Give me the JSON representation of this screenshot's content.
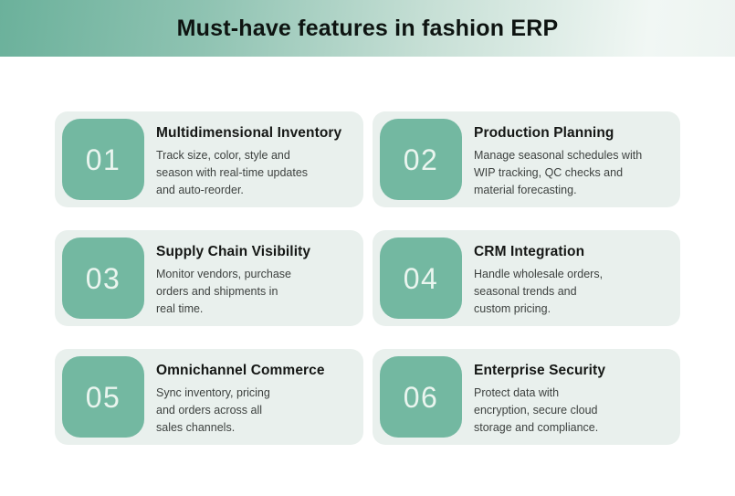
{
  "header": {
    "title": "Must-have features in fashion ERP"
  },
  "colors": {
    "header_grad_left": "#6bb19b",
    "header_grad_right": "#f1f7f4",
    "title_color": "#0e1411",
    "accent": "#73b8a1",
    "card_bg": "#e9f0ed",
    "number_color": "#eaf5ef",
    "card_title_color": "#151715",
    "card_text_color": "#3e4240"
  },
  "cards": [
    {
      "number": "01",
      "title": "Multidimensional Inventory",
      "description": "Track size, color, style and\nseason with real-time updates\nand auto-reorder."
    },
    {
      "number": "02",
      "title": "Production Planning",
      "description": "Manage seasonal schedules with\nWIP tracking, QC checks and\nmaterial forecasting."
    },
    {
      "number": "03",
      "title": "Supply Chain Visibility",
      "description": "Monitor vendors, purchase\norders and shipments in\nreal time."
    },
    {
      "number": "04",
      "title": "CRM Integration",
      "description": "Handle wholesale orders,\nseasonal trends and\ncustom pricing."
    },
    {
      "number": "05",
      "title": "Omnichannel Commerce",
      "description": "Sync inventory, pricing\nand orders across all\nsales channels."
    },
    {
      "number": "06",
      "title": "Enterprise Security",
      "description": "Protect data with\nencryption, secure cloud\nstorage and compliance."
    }
  ]
}
